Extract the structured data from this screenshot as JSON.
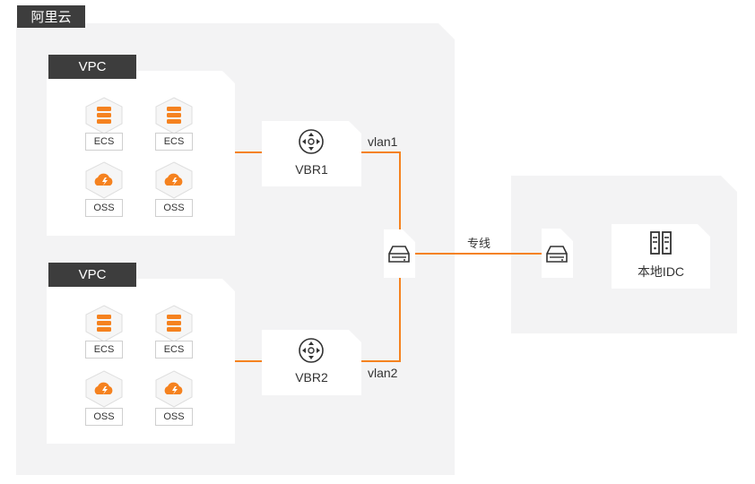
{
  "cloud": {
    "title": "阿里云"
  },
  "vpcs": [
    {
      "title": "VPC",
      "items": [
        "ECS",
        "ECS",
        "OSS",
        "OSS"
      ],
      "router": "VBR1",
      "vlan": "vlan1"
    },
    {
      "title": "VPC",
      "items": [
        "ECS",
        "ECS",
        "OSS",
        "OSS"
      ],
      "router": "VBR2",
      "vlan": "vlan2"
    }
  ],
  "link": {
    "label": "专线"
  },
  "idc": {
    "label": "本地IDC"
  },
  "colors": {
    "accent": "#f5821f",
    "tag_bg": "#3d3d3d",
    "panel_bg": "#f3f3f4"
  }
}
